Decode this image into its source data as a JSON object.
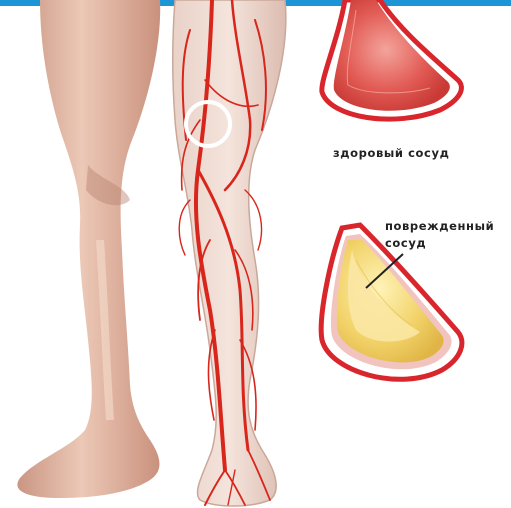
{
  "labels": {
    "healthy_vessel": "здоровый сосуд",
    "damaged_vessel_line1": "поврежденный",
    "damaged_vessel_line2": "сосуд"
  },
  "colors": {
    "top_bar": "#1b95d6",
    "skin": "#e3b8a5",
    "artery": "#d8261c",
    "vessel_wall": "#d8262c",
    "healthy_lumen": "#e35a55",
    "plaque": "#f0d36a",
    "focus_circle": "#ffffff"
  }
}
